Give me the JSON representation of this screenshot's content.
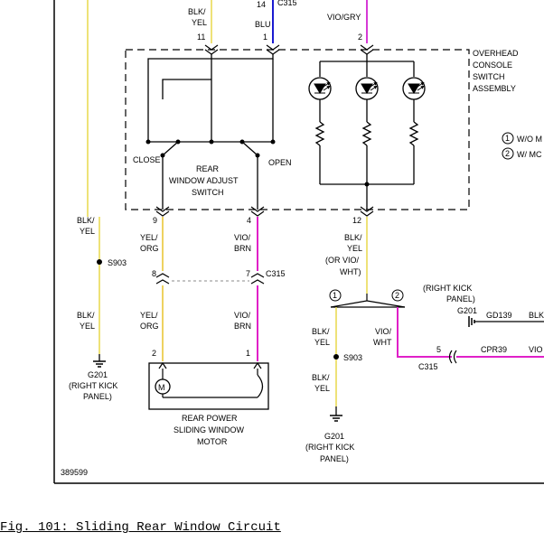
{
  "wire_colors": {
    "blk_yel": "#e8d84a",
    "blu": "#1a1ad0",
    "vio_gry": "#d63ad6",
    "yel_org": "#e8c22a",
    "vio_brn": "#e020c8",
    "vio_wht": "#e020c8",
    "black": "#000000"
  },
  "top": {
    "c315_partial": "C315",
    "pin14": "14",
    "blk_yel_1": "BLK/",
    "blk_yel_2": "YEL",
    "blu": "BLU",
    "vio_gry": "VIO/GRY",
    "pin11": "11",
    "pin1": "1",
    "pin2": "2"
  },
  "overhead": {
    "l1": "OVERHEAD",
    "l2": "CONSOLE",
    "l3": "SWITCH",
    "l4": "ASSEMBLY"
  },
  "legend": {
    "n1": "1",
    "t1": "W/O M",
    "n2": "2",
    "t2": "W/ MC"
  },
  "switch": {
    "close": "CLOSE",
    "open": "OPEN",
    "l1": "REAR",
    "l2": "WINDOW ADJUST",
    "l3": "SWITCH"
  },
  "wires_mid": {
    "left_blk": "BLK/",
    "left_yel": "YEL",
    "pin9": "9",
    "pin4": "4",
    "pin12": "12",
    "yel1": "YEL/",
    "org1": "ORG",
    "vio1": "VIO/",
    "brn1": "BRN",
    "r_blk": "BLK/",
    "r_yel": "YEL",
    "or_vio": "(OR VIO/",
    "wht": "WHT)",
    "s903_left": "S903",
    "pin8": "8",
    "pin7": "7",
    "c315_mid": "C315",
    "left_blk2": "BLK/",
    "left_yel2": "YEL",
    "yel2": "YEL/",
    "org2": "ORG",
    "vio2": "VIO/",
    "brn2": "BRN",
    "pin2m": "2",
    "pin1m": "1"
  },
  "branch": {
    "n1": "1",
    "n2": "2",
    "blk": "BLK/",
    "yel": "YEL",
    "vio": "VIO/",
    "wht": "WHT",
    "s903": "S903",
    "pin5": "5",
    "c315": "C315",
    "blk2": "BLK/",
    "yel2": "YEL"
  },
  "kick": {
    "l1": "(RIGHT KICK",
    "l2": "PANEL)",
    "g201": "G201",
    "gd139": "GD139",
    "blk_partial": "BLK",
    "cpr39": "CPR39",
    "vio_partial": "VIO"
  },
  "grounds": {
    "left_g": "G201",
    "left_l1": "(RIGHT KICK",
    "left_l2": "PANEL)",
    "mid_g": "G201",
    "mid_l1": "(RIGHT KICK",
    "mid_l2": "PANEL)"
  },
  "motor": {
    "m": "M",
    "l1": "REAR POWER",
    "l2": "SLIDING WINDOW",
    "l3": "MOTOR"
  },
  "figure_id": "389599",
  "caption": "Fig. 101: Sliding Rear Window Circuit"
}
